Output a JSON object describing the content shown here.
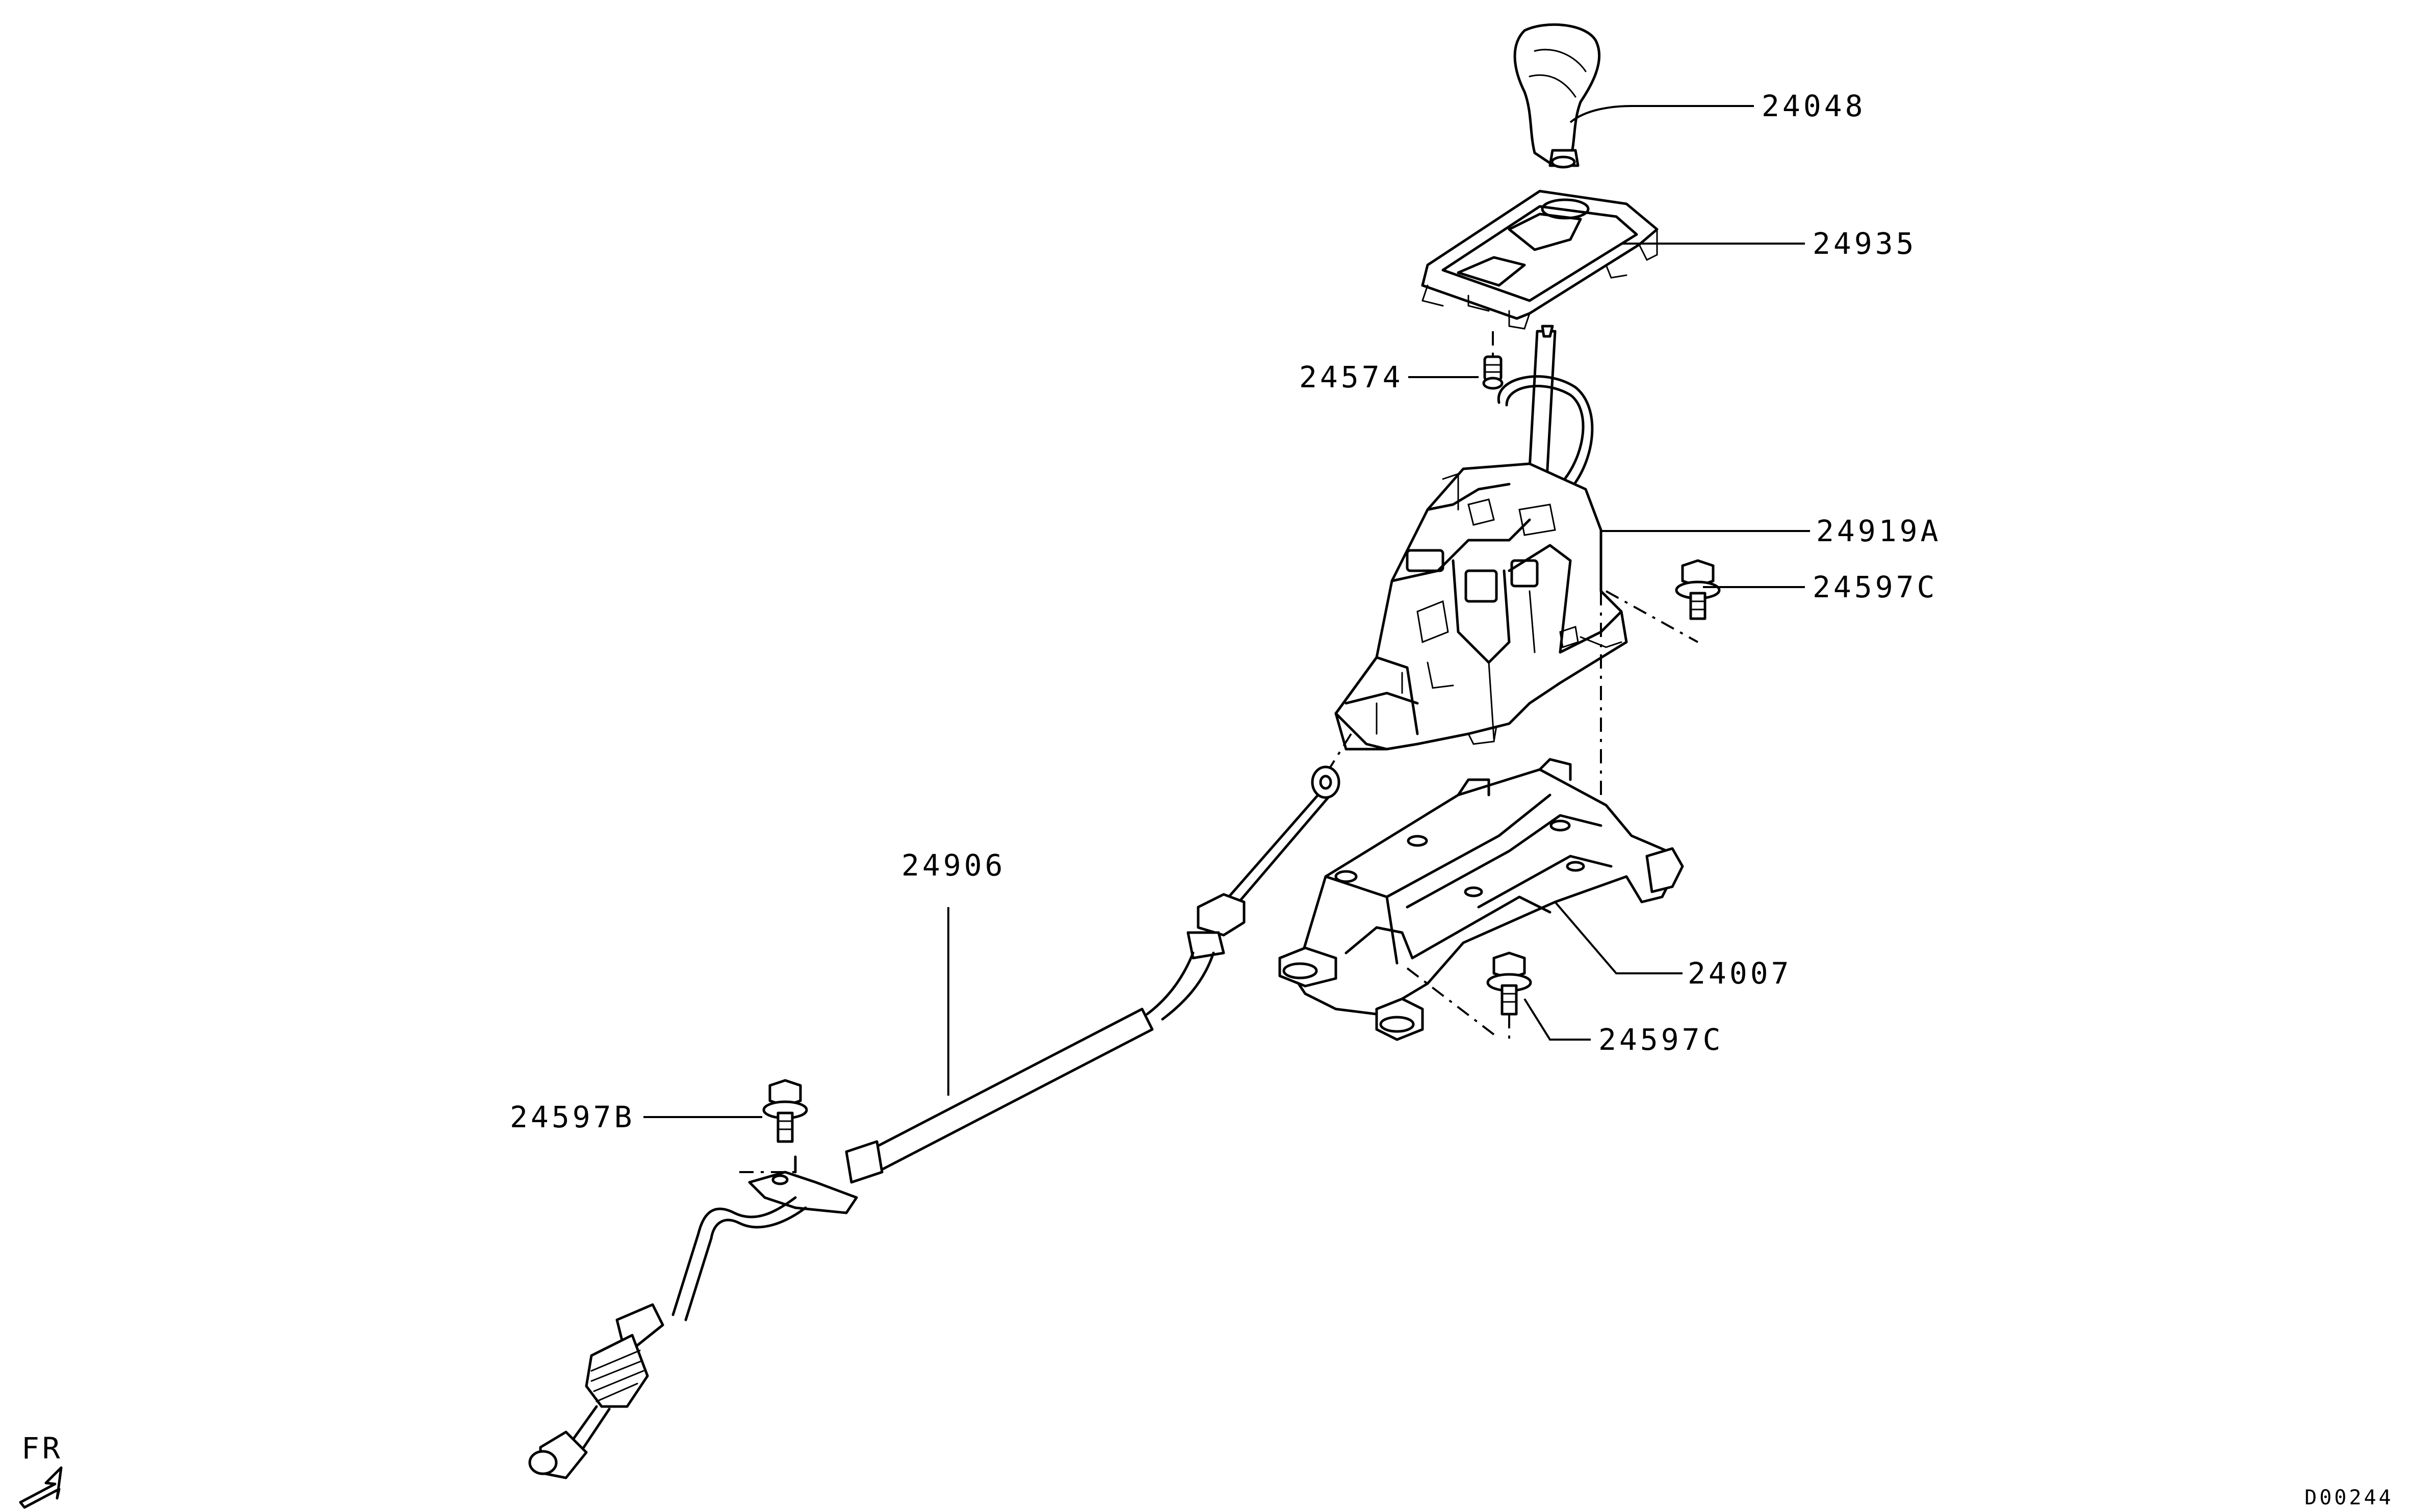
{
  "callouts": [
    {
      "id": "knob",
      "label": "24048"
    },
    {
      "id": "indicator-panel",
      "label": "24935"
    },
    {
      "id": "screw-top",
      "label": "24574"
    },
    {
      "id": "lever-assembly",
      "label": "24919A"
    },
    {
      "id": "bolt-right",
      "label": "24597C"
    },
    {
      "id": "cable",
      "label": "24906"
    },
    {
      "id": "bracket",
      "label": "24007"
    },
    {
      "id": "bolt-lower",
      "label": "24597C"
    },
    {
      "id": "bolt-left",
      "label": "24597B"
    }
  ],
  "direction_label": "FR",
  "diagram_code": "D00244",
  "icons": {
    "direction": "front-direction-arrow-icon"
  }
}
